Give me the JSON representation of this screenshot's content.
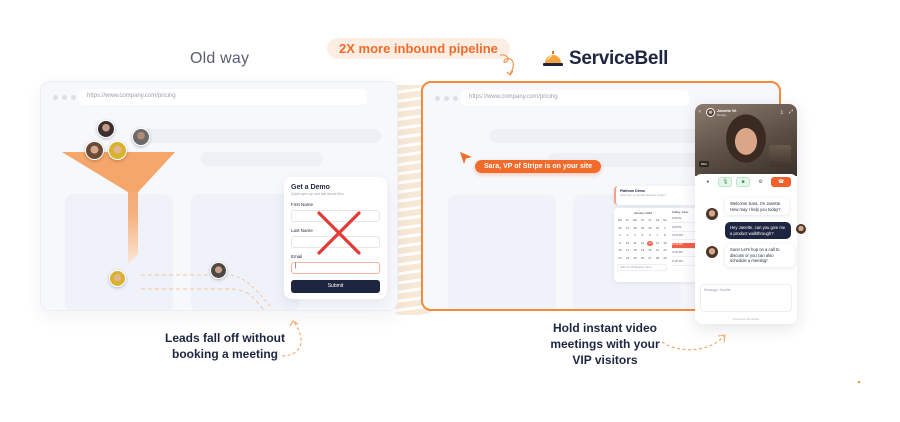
{
  "header": {
    "old_way_title": "Old way",
    "pipeline_badge": "2X more inbound pipeline",
    "brand_name": "ServiceBell"
  },
  "colors": {
    "accent": "#f26b2b",
    "navy": "#1e2540",
    "funnel": "#f5a66a",
    "cross": "#e53935"
  },
  "old_way": {
    "browser_url": "https://www.company.com/pricing",
    "demo_form": {
      "title": "Get a Demo",
      "subtitle": "Quick sync up and talk about Miro",
      "fields": [
        {
          "label": "First Name",
          "value": ""
        },
        {
          "label": "Last Name",
          "value": ""
        },
        {
          "label": "Email",
          "value": "|"
        }
      ],
      "submit_label": "Submit"
    },
    "caption": [
      "Leads fall off without",
      "booking a meeting"
    ]
  },
  "servicebell": {
    "browser_url": "https://www.company.com/pricing",
    "visitor_alert": "Sara, VP of Stripe is on your site",
    "scheduler": {
      "title": "Platform Demo",
      "subtitle": "Quick sync up and talk about our product",
      "month": "January 2023",
      "weekdays": [
        "Mo",
        "Tu",
        "We",
        "Th",
        "Fr",
        "Sa",
        "Su"
      ],
      "days": [
        "26",
        "27",
        "28",
        "29",
        "30",
        "31",
        "1",
        "2",
        "3",
        "4",
        "5",
        "6",
        "7",
        "8",
        "9",
        "10",
        "11",
        "12",
        "13",
        "14",
        "15",
        "16",
        "17",
        "18",
        "19",
        "20",
        "21",
        "22",
        "23",
        "24",
        "25",
        "26",
        "27",
        "28",
        "29",
        "30",
        "31",
        "1",
        "2",
        "3",
        "4",
        "5"
      ],
      "selected_day": "13",
      "date_header": "Friday, Janu",
      "slots": [
        "9:00 PM",
        "9:30 PM",
        "10:00 PM",
        "10:30 PM",
        "11:00 PM",
        "11:30 PM"
      ],
      "selected_slot": "10:30 PM",
      "timezone": "GMT+07:00 Bangkok, Hanoi"
    },
    "video_call": {
      "agent_name": "Janette W.",
      "agent_role": "Design",
      "live_label": "REC"
    },
    "chat": [
      {
        "from": "agent",
        "text": "Welcome Sara, I'm Janette. How may I help you today?"
      },
      {
        "from": "visitor",
        "text": "Hey Janette, can you give me a product walkthrough?"
      },
      {
        "from": "agent",
        "text": "Sure! Let's hop on a call to discuss or you can also schedule a meeting!"
      }
    ],
    "message_placeholder": "Message Janette",
    "powered_by": "Powered by ServiceBell",
    "caption": [
      "Hold instant video",
      "meetings with your",
      "VIP visitors"
    ]
  }
}
